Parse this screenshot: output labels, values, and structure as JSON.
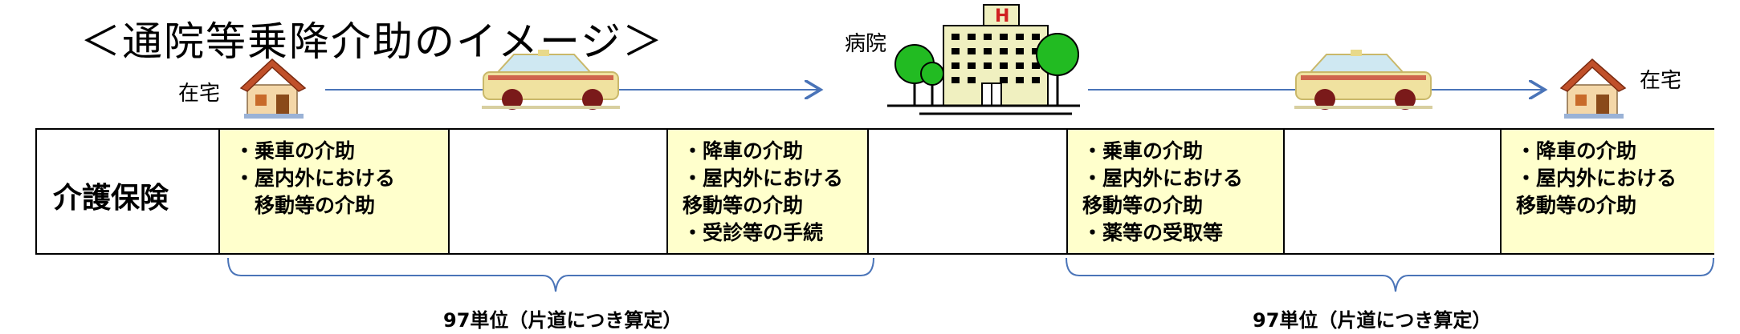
{
  "title": "＜通院等乗降介助のイメージ＞",
  "places": {
    "home_left": "在宅",
    "hospital": "病院",
    "home_right": "在宅"
  },
  "row_header": "介護保険",
  "cells": {
    "c1": [
      "・乗車の介助",
      "・屋内外における",
      "　移動等の介助"
    ],
    "c2": [
      "・降車の介助",
      "・屋内外における",
      "移動等の介助",
      "・受診等の手続"
    ],
    "c3": [
      "・乗車の介助",
      "・屋内外における",
      "移動等の介助",
      "・薬等の受取等"
    ],
    "c4": [
      "・降車の介助",
      "・屋内外における",
      "移動等の介助"
    ]
  },
  "unit_left": "97単位（片道につき算定）",
  "unit_right": "97単位（片道につき算定）",
  "colors": {
    "highlight_cell": "#ffffcc",
    "arrow": "#4a74b8",
    "brace": "#4a74b8"
  }
}
